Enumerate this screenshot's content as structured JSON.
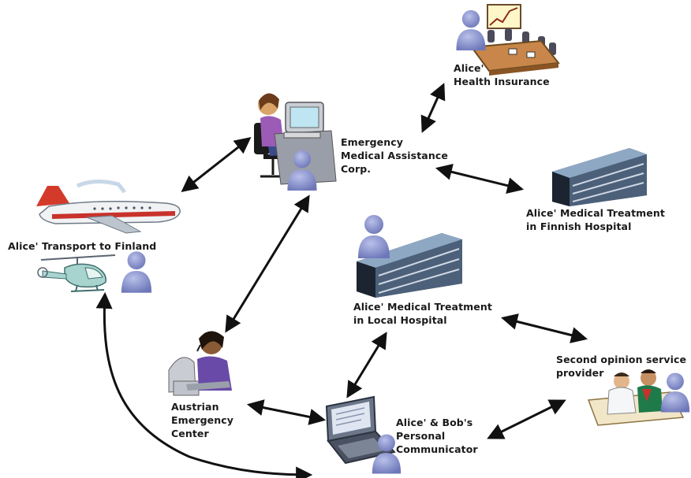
{
  "diagram": {
    "nodes": {
      "insurance": {
        "line1": "Alice'",
        "line2": "Health Insurance"
      },
      "emergency_corp": {
        "line1": "Emergency",
        "line2": "Medical Assistance",
        "line3": "Corp."
      },
      "finnish_hospital": {
        "line1": "Alice' Medical Treatment",
        "line2": "in Finnish Hospital"
      },
      "transport": {
        "line1": "Alice' Transport to Finland"
      },
      "local_hospital": {
        "line1": "Alice' Medical Treatment",
        "line2": "in Local Hospital"
      },
      "second_opinion": {
        "line1": "Second opinion service",
        "line2": "provider"
      },
      "austrian_center": {
        "line1": "Austrian",
        "line2": "Emergency",
        "line3": "Center"
      },
      "communicator": {
        "line1": "Alice' & Bob's",
        "line2": "Personal",
        "line3": "Communicator"
      }
    },
    "connections": [
      [
        "insurance",
        "emergency_corp"
      ],
      [
        "emergency_corp",
        "finnish_hospital"
      ],
      [
        "emergency_corp",
        "transport"
      ],
      [
        "emergency_corp",
        "austrian_center"
      ],
      [
        "local_hospital",
        "communicator"
      ],
      [
        "local_hospital",
        "second_opinion"
      ],
      [
        "austrian_center",
        "communicator"
      ],
      [
        "second_opinion",
        "communicator"
      ],
      [
        "transport",
        "communicator"
      ]
    ],
    "colors": {
      "arrow": "#111111",
      "person_icon": "#7e88c6",
      "building": "#5b6e86",
      "plane_stripe": "#c8322b",
      "helicopter": "#a8d4d0",
      "table": "#c9864a",
      "laptop": "#6b7688"
    }
  }
}
